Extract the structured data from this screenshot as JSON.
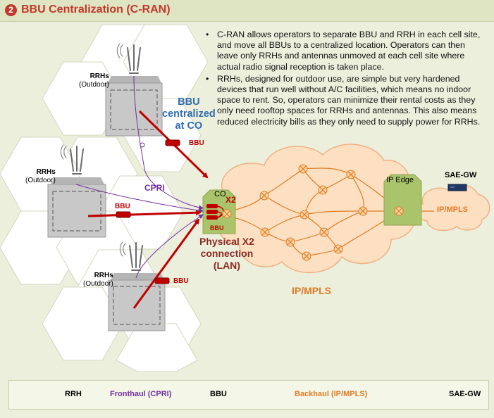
{
  "header": {
    "number": "2",
    "title": "BBU Centralization (C-RAN)"
  },
  "bullets": [
    "C-RAN allows operators to separate BBU and RRH in each cell site, and move all BBUs to a centralized location. Operators can then leave only RRHs and antennas unmoved at each cell site where actual radio signal reception is taken place.",
    "RRHs, designed for outdoor use, are simple but very hardened devices that run well without A/C facilities, which means no indoor space to rent. So, operators can minimize their rental costs as they only need rooftop spaces for RRHs and antennas. This also means reduced electricity bills as they only need to supply power for RRHs."
  ],
  "cell_sites": [
    {
      "title": "RRHs",
      "subtitle": "(Outdoor)",
      "bbu_label": "BBU"
    },
    {
      "title": "RRHs",
      "subtitle": "(Outdoor)",
      "bbu_label": "BBU"
    },
    {
      "title": "RRHs",
      "subtitle": "(Outdoor)",
      "bbu_label": "BBU"
    }
  ],
  "labels": {
    "bbu_centralized": [
      "BBU",
      "centralized",
      "at CO"
    ],
    "cpri": "CPRI",
    "co": "CO",
    "x2_small": "X2",
    "co_bbu": "BBU",
    "physical_x2": [
      "Physical X2",
      "connection",
      "(LAN)"
    ],
    "ip_mpls_main": "IP/MPLS",
    "ip_edge": "IP Edge",
    "sae_gw": "SAE-GW",
    "ip_mpls_right": "IP/MPLS"
  },
  "legend": {
    "rrh": "RRH",
    "fronthaul": "Fronthaul (CPRI)",
    "bbu": "BBU",
    "backhaul": "Backhaul (IP/MPLS)",
    "sae_gw": "SAE-GW"
  },
  "colors": {
    "title": "#c0392b",
    "bbu_centralized": "#2e6db2",
    "cpri": "#7030a0",
    "backhaul": "#e07b24",
    "cloud_fill": "#fde0c2",
    "box_fill": "#a9c46a",
    "arrow": "#c00000"
  }
}
